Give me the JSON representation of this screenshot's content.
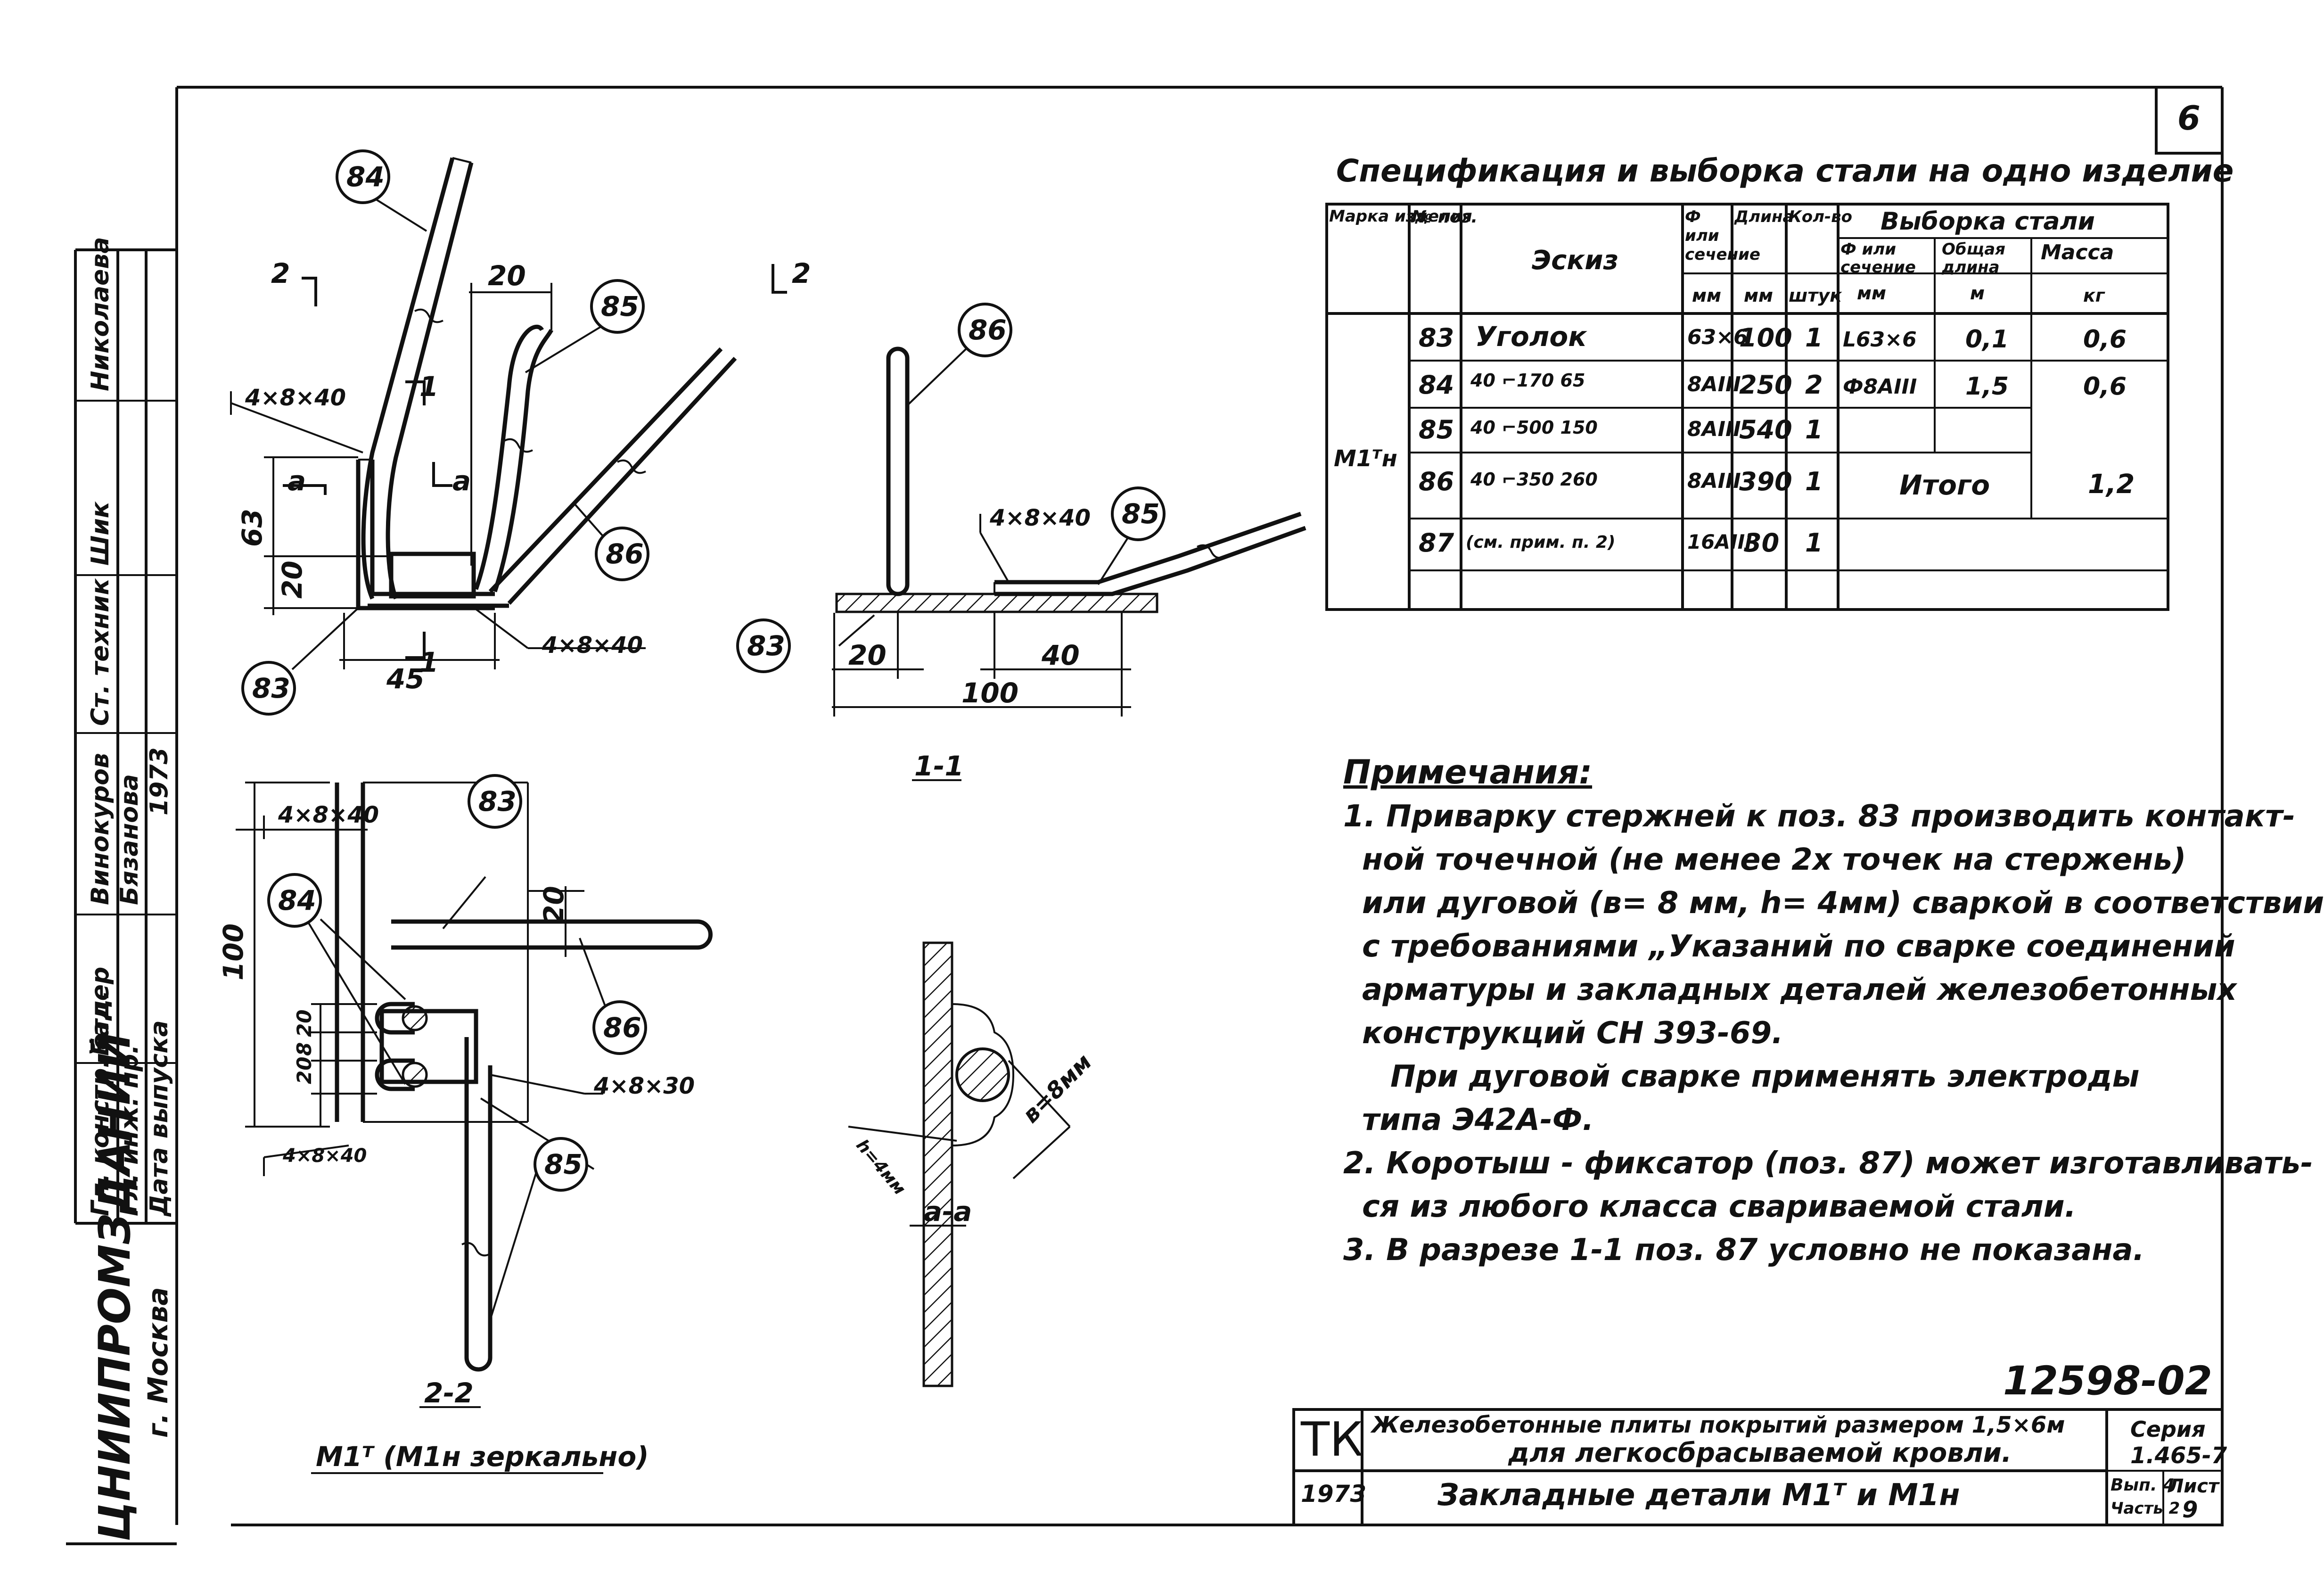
{
  "sheet_number": "6",
  "spec_title": "Спецификация и выборка стали на одно изделие",
  "table": {
    "headers": {
      "mark": "Марка изделия",
      "pos": "№ поз.",
      "sketch": "Эскиз",
      "section": "Ф или сечение",
      "length": "Длина",
      "qty": "Кол-во",
      "selection": "Выборка стали",
      "sel_section": "Ф или сечение",
      "total_length": "Общая длина",
      "mass": "Масса",
      "unit_mm": "мм",
      "unit_mm2": "мм",
      "unit_pcs": "штук",
      "unit_mm3": "мм",
      "unit_m": "м",
      "unit_kg": "кг"
    },
    "mark_value": "М1ᵀн",
    "rows": [
      {
        "pos": "83",
        "sketch": "Уголок",
        "section": "63×6",
        "length": "100",
        "qty": "1"
      },
      {
        "pos": "84",
        "sketch": "40 ⌐170 65",
        "section": "8АIII",
        "length": "250",
        "qty": "2"
      },
      {
        "pos": "85",
        "sketch": "40 ⌐500 150",
        "section": "8АIII",
        "length": "540",
        "qty": "1"
      },
      {
        "pos": "86",
        "sketch": "40 ⌐350 260",
        "section": "8АIII",
        "length": "390",
        "qty": "1"
      },
      {
        "pos": "87",
        "sketch": "(см. прим. п. 2)",
        "section": "16АIII",
        "length": "30",
        "qty": "1"
      }
    ],
    "selection_rows": [
      {
        "section": "L63×6",
        "total_length": "0,1",
        "mass": "0,6"
      },
      {
        "section": "Ф8АIII",
        "total_length": "1,5",
        "mass": "0,6"
      }
    ],
    "total_label": "Итого",
    "total_mass": "1,2"
  },
  "notes": {
    "title": "Примечания:",
    "lines": [
      "1. Приварку стержней к поз. 83 производить контакт-",
      "ной точечной (не менее 2х точек на стержень)",
      "или дуговой (в= 8 мм, h= 4мм) сваркой в соответствии",
      "с требованиями „Указаний по сварке соединений",
      "арматуры и закладных деталей железобетонных",
      "конструкций СН 393-69.",
      "При дуговой сварке применять электроды",
      "типа Э42А-Ф.",
      "2. Коротыш - фиксатор (поз. 87) может изготавливать-",
      "ся из любого класса свариваемой стали.",
      "3. В разрезе 1-1 поз. 87 условно не показана."
    ]
  },
  "drawing": {
    "pos_labels": {
      "p83": "83",
      "p84": "84",
      "p85": "85",
      "p86": "86"
    },
    "weld_4x8x40": "4×8×40",
    "weld_4x8x30": "4×8×30",
    "dim_20": "20",
    "dim_63": "63",
    "dim_45": "45",
    "dim_40": "40",
    "dim_100": "100",
    "dim_8": "8",
    "weld_b": "в=8мм",
    "weld_h": "h=4мм",
    "sec_1": "1",
    "sec_2": "2",
    "sec_a": "а",
    "label_11": "1-1",
    "label_aa": "а-а",
    "label_22": "2-2",
    "caption": "М1ᵀ (М1н зеркально)"
  },
  "title_block": {
    "drawing_no": "12598-02",
    "tk": "ТК",
    "year": "1973",
    "description_1": "Железобетонные плиты покрытий размером 1,5×6м",
    "description_2": "для легкосбрасываемой кровли.",
    "sheet_title": "Закладные детали М1ᵀ и М1н",
    "series_label": "Серия",
    "series_value": "1.465-7",
    "issue": "Вып. 4",
    "part": "Часть 2",
    "sheet_label": "Лист",
    "sheet_value": "9"
  },
  "side_stamp": {
    "org": "ЦНИИПРОМЗДАНИЙ",
    "city": "г. Москва",
    "roles": [
      "Гл. констр. отд.",
      "Гл. инж. пр.",
      "Дата выпуска"
    ],
    "names": [
      "Бадер",
      "",
      "1973"
    ],
    "roles2": [
      "Ст. техник",
      ""
    ],
    "names2": [
      "Николаева",
      "Шик"
    ],
    "persons": [
      "Бязанова",
      "Винокуров"
    ]
  }
}
